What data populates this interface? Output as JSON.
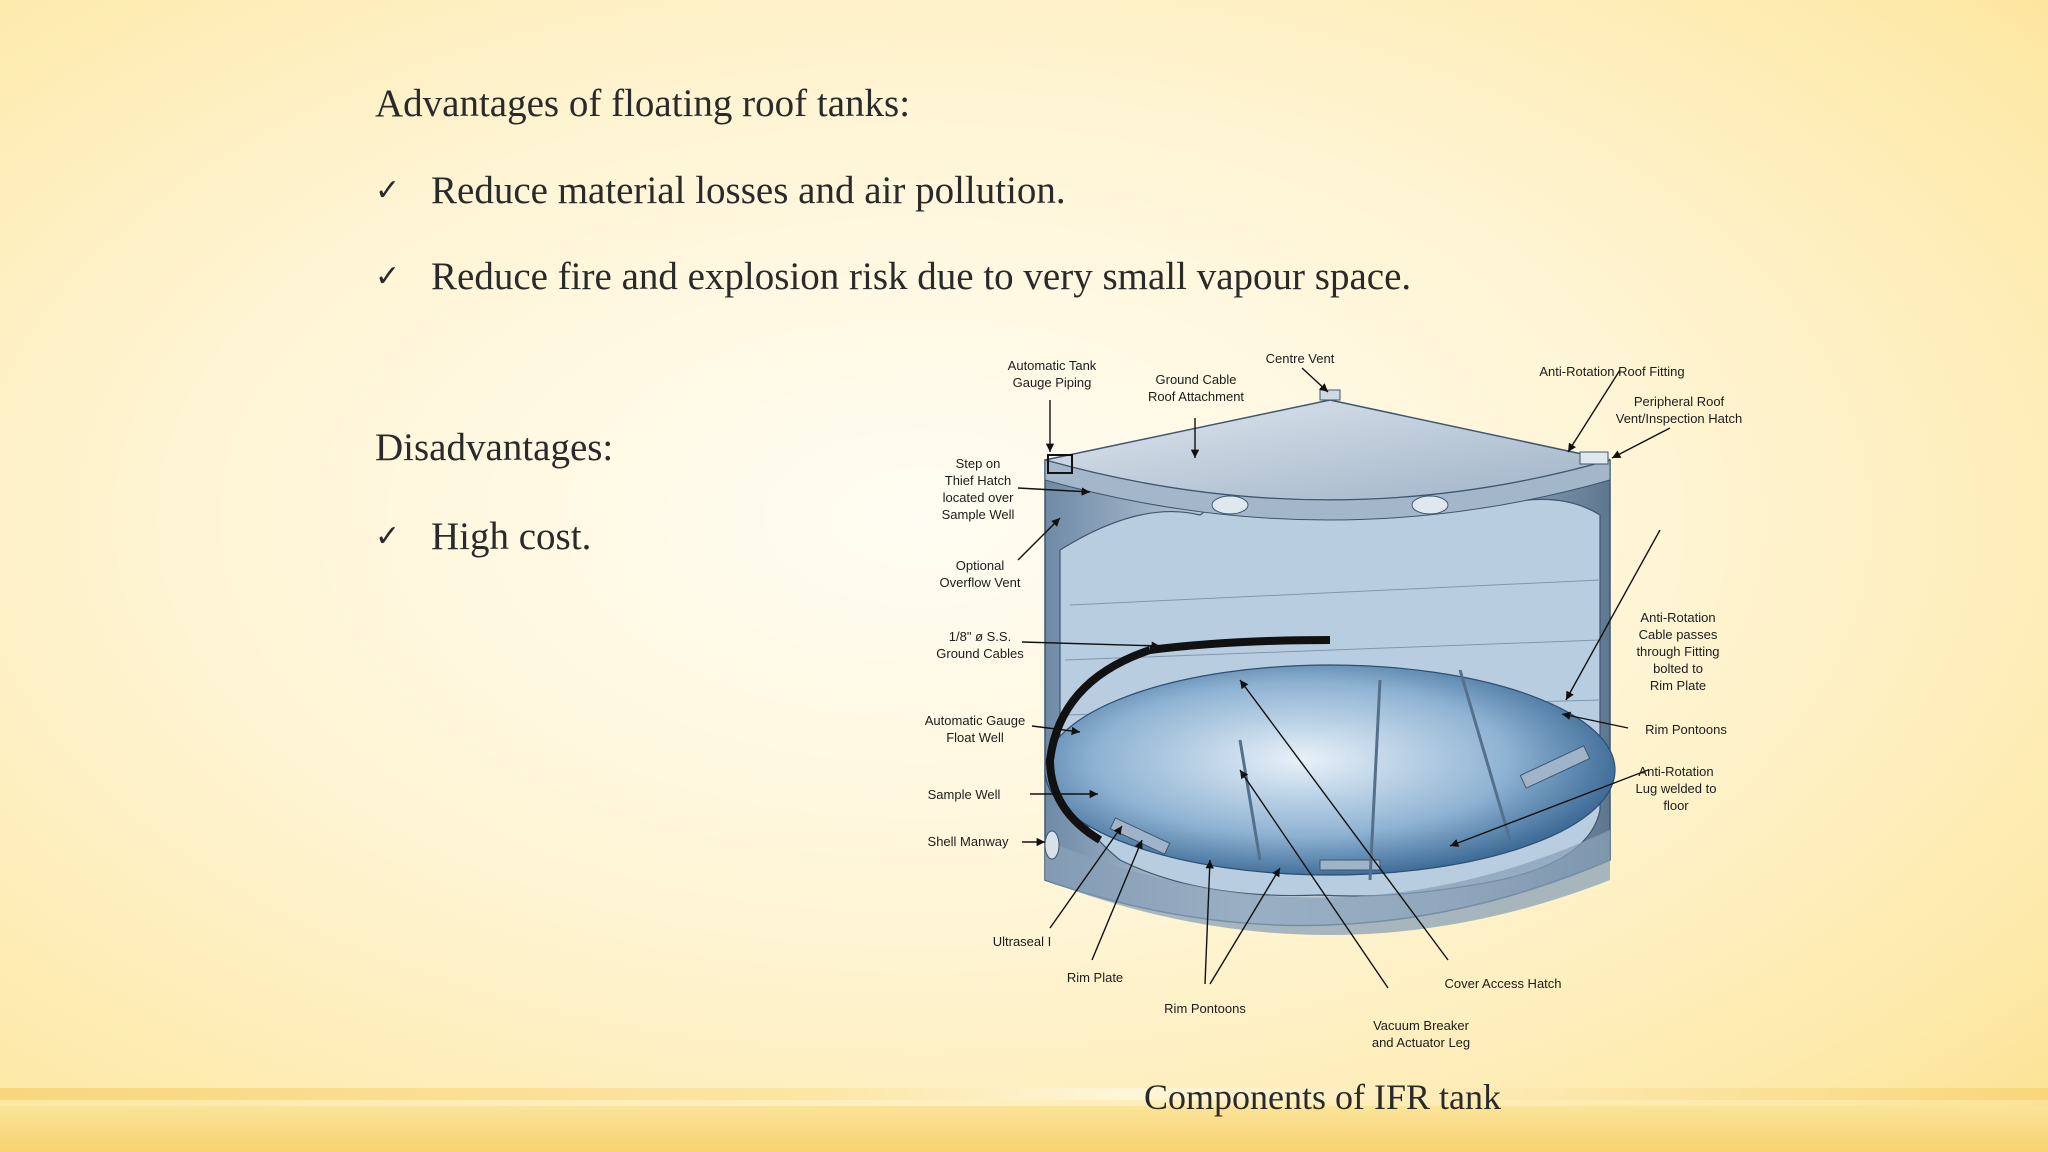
{
  "slide": {
    "advantages_heading": "Advantages of floating roof tanks:",
    "advantages": [
      "Reduce material losses and air pollution.",
      "Reduce fire and explosion risk due to very small vapour space."
    ],
    "disadvantages_heading": "Disadvantages:",
    "disadvantages": [
      "High cost."
    ],
    "bullet_glyph": "✓",
    "caption": "Components of IFR tank"
  },
  "diagram": {
    "labels": {
      "auto_tank_1": "Automatic Tank",
      "auto_tank_2": "Gauge Piping",
      "ground_cable_1": "Ground Cable",
      "ground_cable_2": "Roof Attachment",
      "centre_vent": "Centre Vent",
      "anti_rot_roof": "Anti-Rotation Roof Fitting",
      "peripheral_1": "Peripheral Roof",
      "peripheral_2": "Vent/Inspection Hatch",
      "step_1": "Step on",
      "step_2": "Thief Hatch",
      "step_3": "located over",
      "step_4": "Sample Well",
      "overflow_1": "Optional",
      "overflow_2": "Overflow Vent",
      "ss_1": "1/8\" ø S.S.",
      "ss_2": "Ground Cables",
      "agfw_1": "Automatic Gauge",
      "agfw_2": "Float Well",
      "sample_well": "Sample Well",
      "shell_manway": "Shell Manway",
      "ultraseal": "Ultraseal I",
      "rim_plate": "Rim Plate",
      "rim_pontoons_bottom": "Rim Pontoons",
      "vacuum_1": "Vacuum Breaker",
      "vacuum_2": "and Actuator Leg",
      "cover_access": "Cover Access Hatch",
      "anti_cable_1": "Anti-Rotation",
      "anti_cable_2": "Cable passes",
      "anti_cable_3": "through Fitting",
      "anti_cable_4": "bolted to",
      "anti_cable_5": "Rim Plate",
      "rim_pontoons_right": "Rim Pontoons",
      "anti_lug_1": "Anti-Rotation",
      "anti_lug_2": "Lug welded to",
      "anti_lug_3": "floor"
    }
  }
}
